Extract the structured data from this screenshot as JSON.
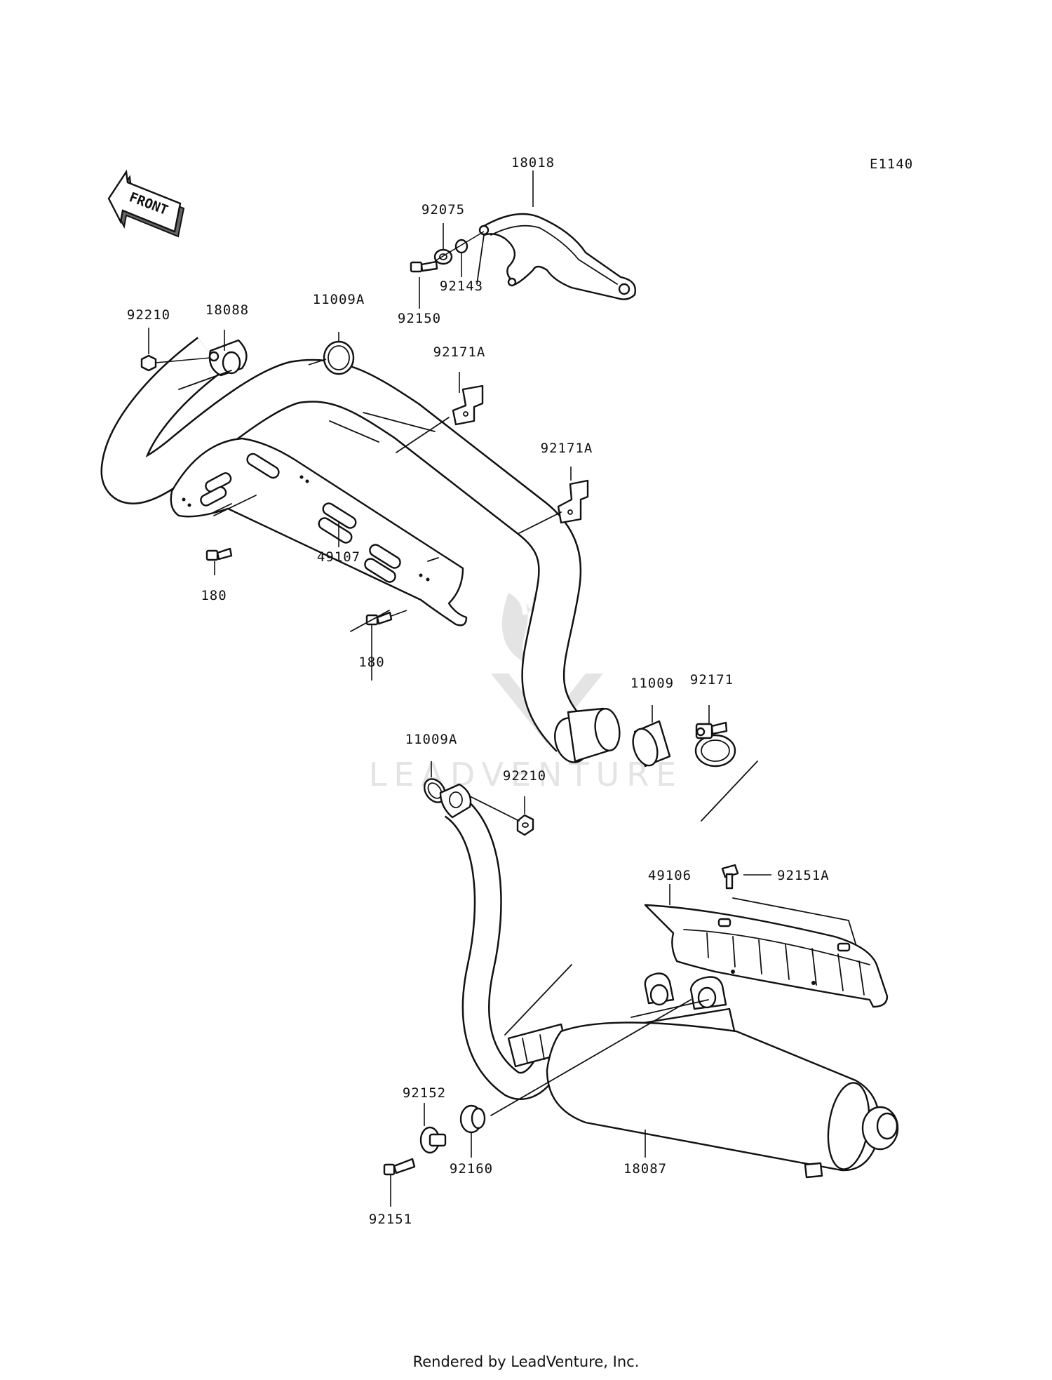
{
  "diagram_id": "E1140",
  "front_label": "FRONT",
  "watermark": "LEADVENTURE",
  "footer": "Rendered by LeadVenture, Inc.",
  "part_labels": {
    "p18018": "18018",
    "p92075": "92075",
    "p92143": "92143",
    "p92150": "92150",
    "p92210_top": "92210",
    "p18088": "18088",
    "p11009A_top": "11009A",
    "p92171A_1": "92171A",
    "p92171A_2": "92171A",
    "p180_a": "180",
    "p49107": "49107",
    "p180_b": "180",
    "p11009": "11009",
    "p92171": "92171",
    "p11009A_bottom": "11009A",
    "p92210_bottom": "92210",
    "p49106": "49106",
    "p92151A": "92151A",
    "p92152": "92152",
    "p92160": "92160",
    "p18087": "18087",
    "p92151": "92151"
  }
}
